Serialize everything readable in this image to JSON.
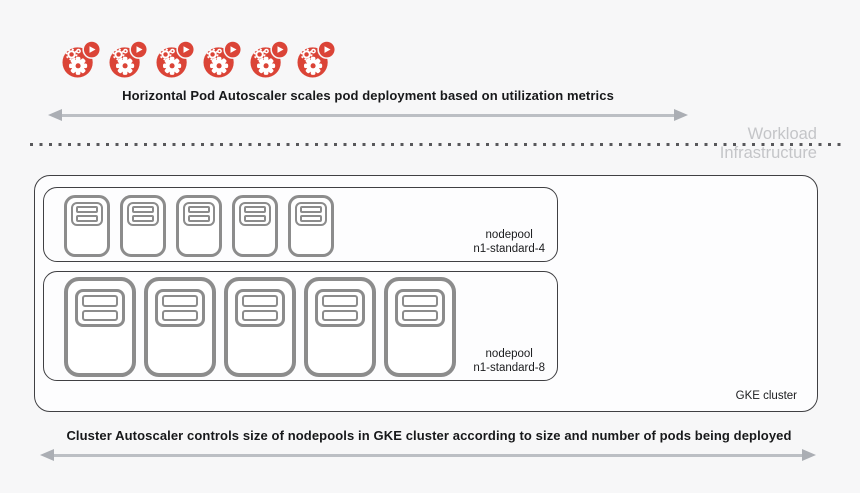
{
  "colors": {
    "background": "#f7f7f8",
    "surface": "#fdfdfe",
    "pod_red": "#db4437",
    "node_gray": "#8c8c8c",
    "box_border": "#404043",
    "arrow_gray": "#bcbfc4",
    "muted_label": "#c4c5c8",
    "text_dark": "#17181a"
  },
  "pod_row": {
    "count": 6,
    "icon": "pod-icon"
  },
  "hpa": {
    "label": "Horizontal Pod Autoscaler scales pod deployment based on utilization metrics"
  },
  "boundary": {
    "top_label": "Workload",
    "bottom_label": "Infrastructure"
  },
  "cluster": {
    "label": "GKE cluster",
    "nodepools": [
      {
        "name": "nodepool",
        "machine_type": "n1-standard-4",
        "node_count": 5,
        "node_size": "small"
      },
      {
        "name": "nodepool",
        "machine_type": "n1-standard-8",
        "node_count": 5,
        "node_size": "large"
      }
    ]
  },
  "ca": {
    "label": "Cluster Autoscaler controls size of nodepools in GKE cluster according to size and number of pods being deployed"
  }
}
